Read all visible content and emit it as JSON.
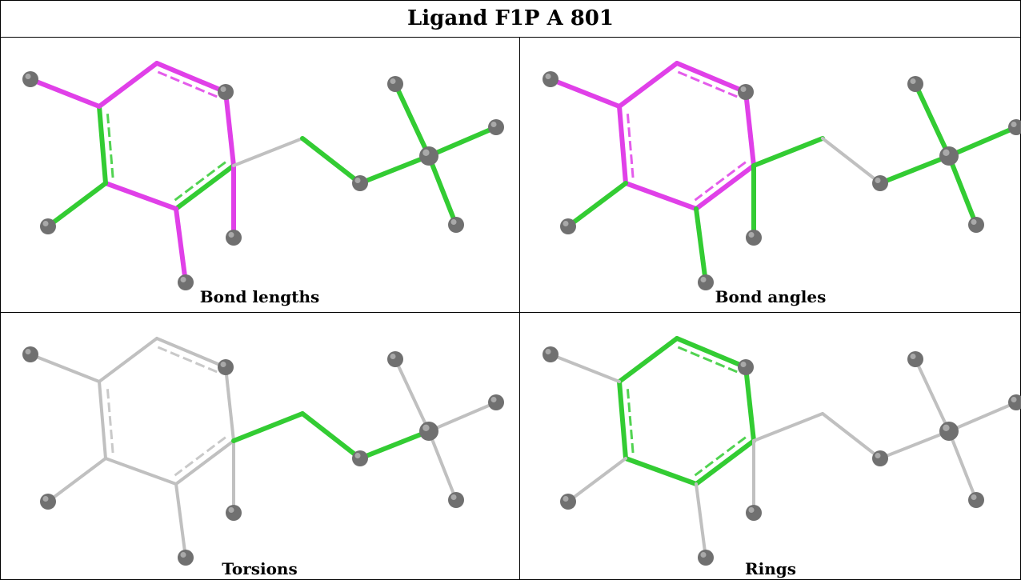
{
  "title": "Ligand F1P A 801",
  "panels": [
    {
      "caption": "Bond lengths"
    },
    {
      "caption": "Bond angles"
    },
    {
      "caption": "Torsions"
    },
    {
      "caption": "Rings"
    }
  ],
  "colors": {
    "outlier": "#e040e8",
    "ok": "#33cc33",
    "neutral": "#c0c0c0",
    "atom": "#707070",
    "border": "#000000"
  }
}
